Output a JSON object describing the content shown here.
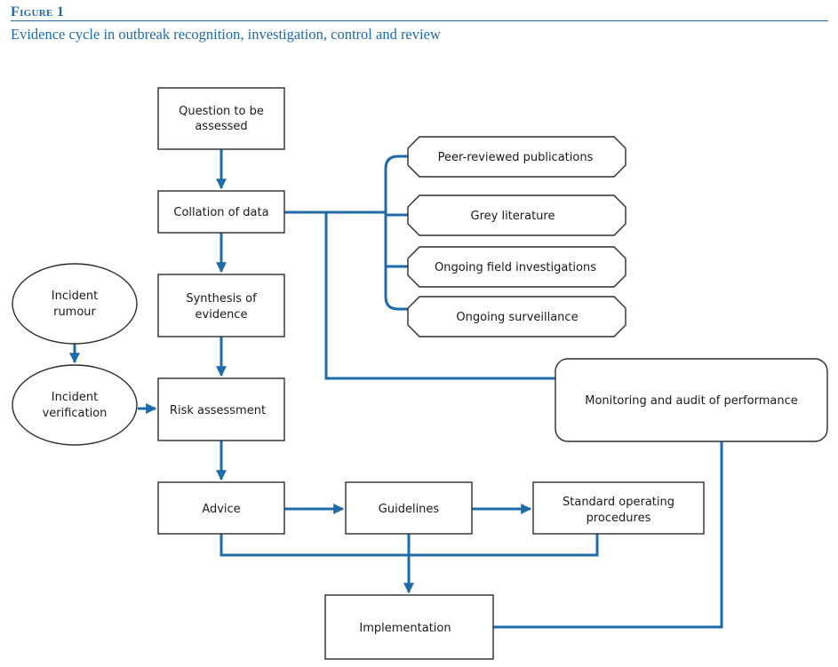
{
  "figure": {
    "label": "Figure 1",
    "caption": "Evidence cycle in outbreak recognition, investigation, control and review"
  },
  "nodes": {
    "question": [
      "Question to be",
      "assessed"
    ],
    "collation": [
      "Collation of data"
    ],
    "synthesis": [
      "Synthesis of",
      "evidence"
    ],
    "risk": [
      "Risk assessment"
    ],
    "advice": [
      "Advice"
    ],
    "guidelines": [
      "Guidelines"
    ],
    "sop": [
      "Standard operating",
      "procedures"
    ],
    "implementation": [
      "Implementation"
    ],
    "rumour": [
      "Incident",
      "rumour"
    ],
    "verification": [
      "Incident",
      "verification"
    ],
    "peer": [
      "Peer-reviewed publications"
    ],
    "grey": [
      "Grey literature"
    ],
    "field": [
      "Ongoing field investigations"
    ],
    "surveillance": [
      "Ongoing surveillance"
    ],
    "monitoring": [
      "Monitoring and audit of performance"
    ]
  },
  "colors": {
    "connector": "#1f6aa8",
    "title": "#1f6aa8",
    "box_border": "#2b2b2b"
  }
}
